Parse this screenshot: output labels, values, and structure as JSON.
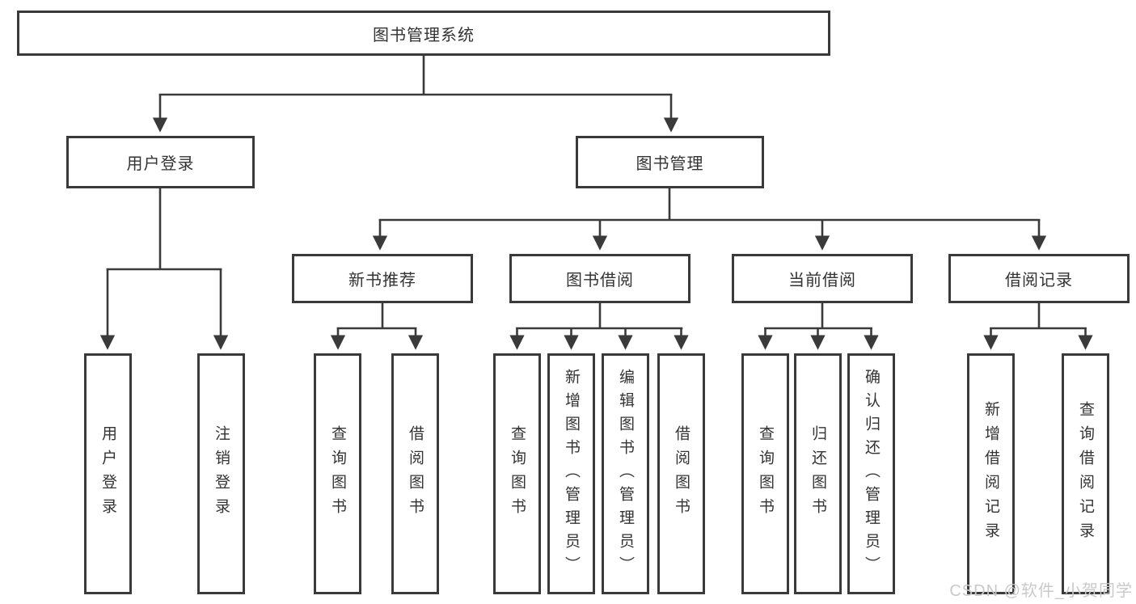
{
  "tree": {
    "label": "图书管理系统",
    "children": [
      {
        "label": "用户登录",
        "children": [
          {
            "label": "用户登录"
          },
          {
            "label": "注销登录"
          }
        ]
      },
      {
        "label": "图书管理",
        "children": [
          {
            "label": "新书推荐",
            "children": [
              {
                "label": "查询图书"
              },
              {
                "label": "借阅图书"
              }
            ]
          },
          {
            "label": "图书借阅",
            "children": [
              {
                "label": "查询图书"
              },
              {
                "label": "新增图书（管理员）"
              },
              {
                "label": "编辑图书（管理员）"
              },
              {
                "label": "借阅图书"
              }
            ]
          },
          {
            "label": "当前借阅",
            "children": [
              {
                "label": "查询图书"
              },
              {
                "label": "归还图书"
              },
              {
                "label": "确认归还（管理员）"
              }
            ]
          },
          {
            "label": "借阅记录",
            "children": [
              {
                "label": "新增借阅记录"
              },
              {
                "label": "查询借阅记录"
              }
            ]
          }
        ]
      }
    ]
  },
  "watermark": {
    "text": "CSDN @软件_小贺同学"
  },
  "colors": {
    "line": "#3a3a3a",
    "text": "#333333",
    "background": "#ffffff",
    "watermark": "#c9c9c9"
  }
}
